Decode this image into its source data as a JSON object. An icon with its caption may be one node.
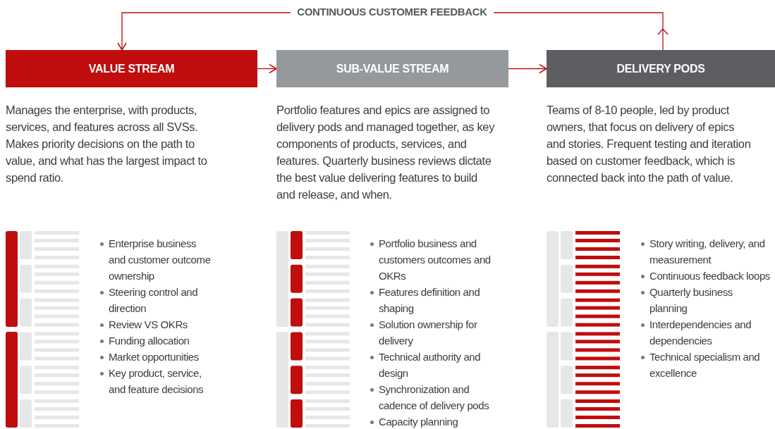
{
  "diagram": {
    "nodes": [
      {
        "text": [
          "VALUE STREAM"
        ],
        "beside": [
          "Manages the enterprise, with products, services, and features across all SVSs. Makes priority decisions on the path to value, and what has the largest impact to spend ratio."
        ]
      },
      {
        "text": [
          "SUB-VALUE STREAM"
        ],
        "beside": [
          "Portfolio features and epics are assigned to delivery pods and managed together, as key components of products, services, and features. Quarterly business reviews dictate the best value delivering features to build and release, and when."
        ]
      },
      {
        "text": [
          "DELIVERY PODS"
        ],
        "beside": [
          "Teams of 8-10 people, led by product owners, that focus on delivery of epics and stories. Frequent testing and iteration based on customer feedback, which is connected back into the path of value."
        ]
      }
    ],
    "edges": [
      {
        "from": 0,
        "to": 1,
        "arrow": "to"
      },
      {
        "from": 1,
        "to": 2,
        "arrow": "to"
      },
      {
        "from": 2,
        "to": 0,
        "arrow": "to",
        "label": "CONTINUOUS CUSTOMER FEEDBACK"
      }
    ],
    "labels": [
      "Enterprise business and customer outcome ownership",
      "Steering control and direction",
      "Review VS OKRs",
      "Funding allocation",
      "Market opportunities",
      "Key product, service, and feature decisions",
      "Portfolio business and customers outcomes and OKRs",
      "Features definition and shaping",
      "Solution ownership for delivery",
      "Technical authority and design",
      "Synchronization and cadence of delivery pods",
      "Capacity planning",
      "Story writing, delivery, and measurement",
      "Continuous feedback loops",
      "Quarterly business planning",
      "Interdependencies and dependencies",
      "Technical specialism and excellence"
    ]
  }
}
